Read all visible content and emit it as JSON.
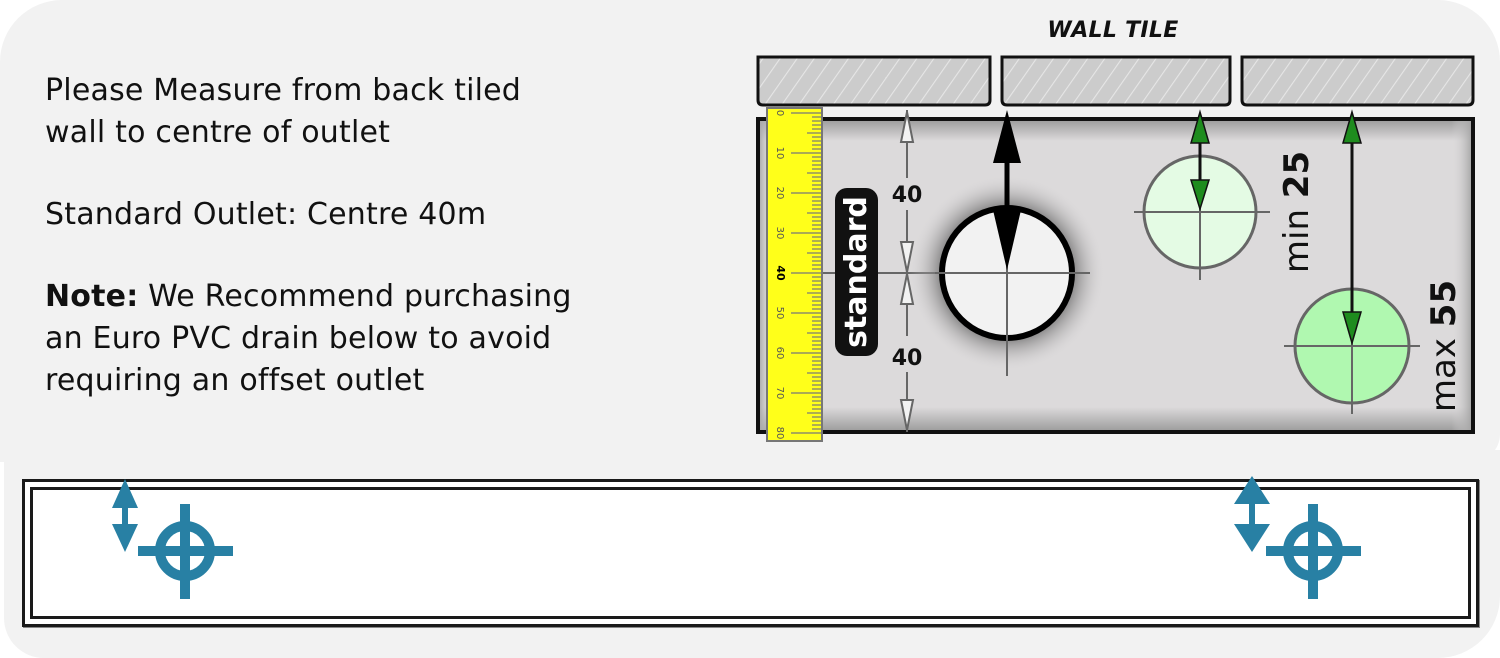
{
  "instructions": {
    "line1": "Please Measure from back tiled",
    "line2": "wall to centre of outlet",
    "standard_outlet": "Standard Outlet: Centre 40m",
    "note_label": "Note:",
    "note_line1": " We Recommend purchasing",
    "note_line2": "an Euro PVC drain below to avoid",
    "note_line3": "requiring an offset outlet"
  },
  "diagram": {
    "wall_tile_label": "WALL TILE",
    "standard_label": "standard",
    "dimension_upper": "40",
    "dimension_lower": "40",
    "ruler": {
      "tick_labels": [
        "0",
        "10",
        "20",
        "30",
        "40",
        "50",
        "60",
        "70",
        "80"
      ],
      "highlight_label": "40",
      "unit_range": [
        0,
        80
      ]
    },
    "standard_outlet_mm": 40,
    "min_label_prefix": "min",
    "min_value": "25",
    "max_label_prefix": "max",
    "max_value": "55",
    "colors": {
      "ruler_yellow": "#ffff1a",
      "min_fill": "#e4fbe4",
      "max_fill": "#b0f8b0",
      "arrow_green": "#1e8c1e",
      "icon_blue": "#2880a4",
      "tile_gray": "#cccccc",
      "box_gray": "#dcdadb"
    }
  },
  "bottom_panel": {
    "icons": [
      "height-adjust-arrow-icon",
      "crosshair-target-icon",
      "height-adjust-arrow-icon",
      "crosshair-target-icon"
    ]
  }
}
